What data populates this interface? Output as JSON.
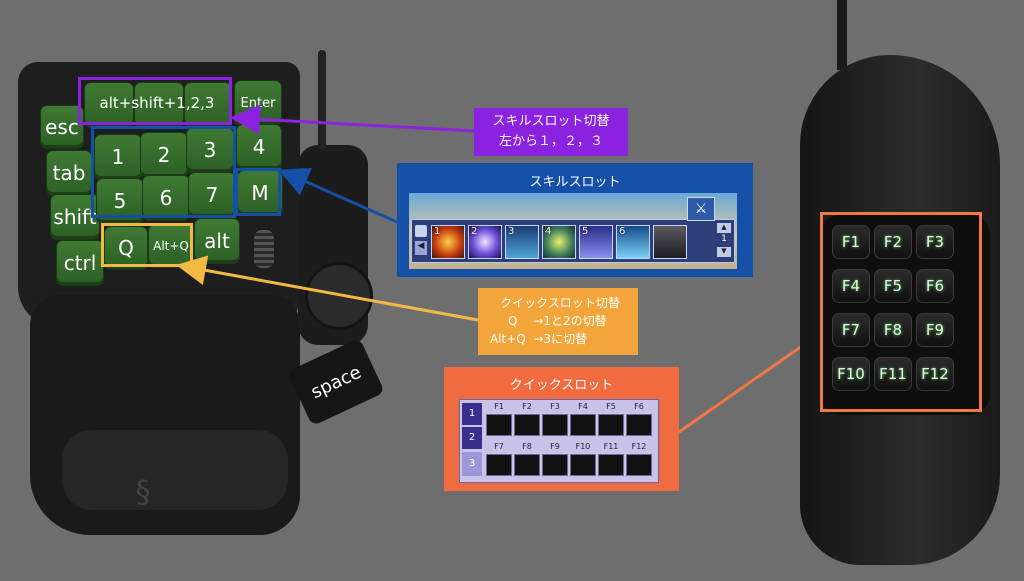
{
  "keypad": {
    "top_row": [
      "esc",
      "alt+shift+1,2,3",
      "Enter"
    ],
    "row1": [
      "1",
      "2",
      "3",
      "4"
    ],
    "row2": [
      "5",
      "6",
      "7",
      "M"
    ],
    "side": [
      "tab",
      "shift",
      "ctrl"
    ],
    "row3": [
      "Q",
      "Alt+Q",
      "alt"
    ],
    "space": "space"
  },
  "mouse": {
    "buttons": [
      "F1",
      "F2",
      "F3",
      "F4",
      "F5",
      "F6",
      "F7",
      "F8",
      "F9",
      "F10",
      "F11",
      "F12"
    ]
  },
  "callouts": {
    "skill_switch": {
      "line1": "スキルスロット切替",
      "line2": "左から１，２，３",
      "color": "#8a22e0"
    },
    "skill_slot": {
      "title": "スキルスロット",
      "color": "#1450a8",
      "slot_numbers": [
        "1",
        "2",
        "3",
        "4",
        "5",
        "6"
      ],
      "side_number": "1"
    },
    "quick_switch": {
      "line1": "クイックスロット切替",
      "line2": "Q　 →1と2の切替",
      "line3": "Alt+Q  →3に切替",
      "color": "#f2a53b"
    },
    "quick_slot": {
      "title": "クイックスロット",
      "color": "#f06b40",
      "headers_top": [
        "F1",
        "F2",
        "F3",
        "F4",
        "F5",
        "F6"
      ],
      "headers_bottom": [
        "F7",
        "F8",
        "F9",
        "F10",
        "F11",
        "F12"
      ],
      "rows": [
        "1",
        "2",
        "3"
      ]
    }
  },
  "colors": {
    "purple": "#8a22e0",
    "blue": "#1450a8",
    "yellow": "#f2b944",
    "orange": "#f07848",
    "key_green": "#3a7530"
  }
}
